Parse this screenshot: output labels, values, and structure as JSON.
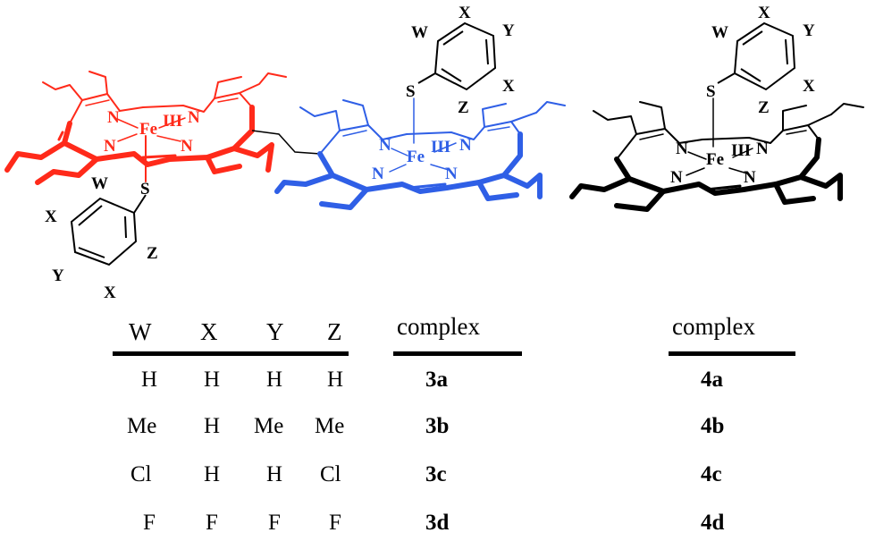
{
  "colors": {
    "red": "#ff2a1a",
    "blue": "#2f5fe6",
    "black": "#000000"
  },
  "structures": {
    "dimer": {
      "fe_red": "Fe",
      "ox_red": "III",
      "fe_blue": "Fe",
      "ox_blue": "III",
      "nitrogen": "N",
      "sulfur": "S",
      "substituents": {
        "w": "W",
        "x": "X",
        "y": "Y",
        "z": "Z"
      }
    },
    "monomer": {
      "fe": "Fe",
      "ox": "III",
      "nitrogen": "N",
      "sulfur": "S",
      "substituents": {
        "w": "W",
        "x": "X",
        "y": "Y",
        "z": "Z"
      }
    }
  },
  "table": {
    "headers": [
      "W",
      "X",
      "Y",
      "Z"
    ],
    "rows": [
      [
        "H",
        "H",
        "H",
        "H"
      ],
      [
        "Me",
        "H",
        "Me",
        "Me"
      ],
      [
        "Cl",
        "H",
        "H",
        "Cl"
      ],
      [
        "F",
        "F",
        "F",
        "F"
      ]
    ],
    "complex_header_left": "complex",
    "complex_header_right": "complex",
    "complexes_left": [
      "3a",
      "3b",
      "3c",
      "3d"
    ],
    "complexes_right": [
      "4a",
      "4b",
      "4c",
      "4d"
    ]
  }
}
